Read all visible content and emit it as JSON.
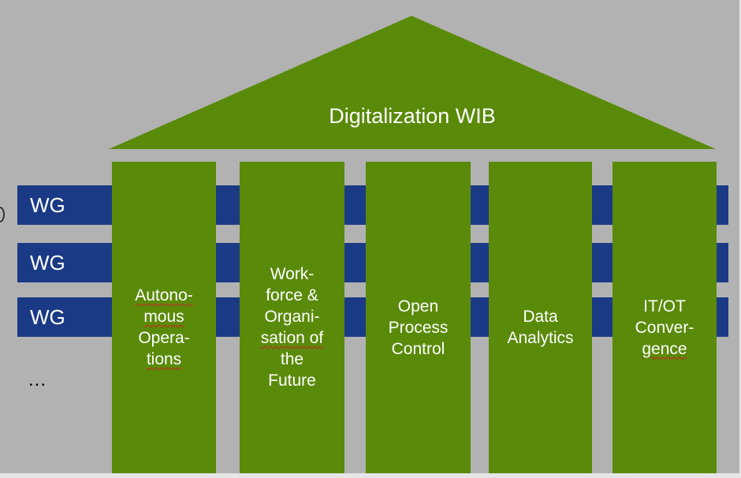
{
  "diagram": {
    "title": "Digitalization WIB",
    "working_groups": [
      "WG",
      "WG",
      "WG"
    ],
    "ellipsis": "...",
    "pillars": [
      {
        "lines": [
          "Autono-",
          "mous",
          "Opera-",
          "tions"
        ],
        "spellcheck": [
          true,
          true,
          false,
          true
        ]
      },
      {
        "lines": [
          "Work-",
          "force &",
          "Organi-",
          "sation of",
          "the",
          "Future"
        ],
        "spellcheck": [
          false,
          false,
          false,
          true,
          false,
          false
        ]
      },
      {
        "lines": [
          "Open",
          "Process",
          "Control"
        ],
        "spellcheck": [
          false,
          false,
          false
        ]
      },
      {
        "lines": [
          "Data",
          "Analytics"
        ],
        "spellcheck": [
          false,
          false
        ]
      },
      {
        "lines": [
          "IT/OT",
          "Conver-",
          "gence"
        ],
        "spellcheck": [
          false,
          false,
          true
        ]
      }
    ],
    "colors": {
      "background": "#b2b2b2",
      "green": "#5a8a0a",
      "blue": "#1b3a85",
      "text": "#ffffff"
    }
  }
}
